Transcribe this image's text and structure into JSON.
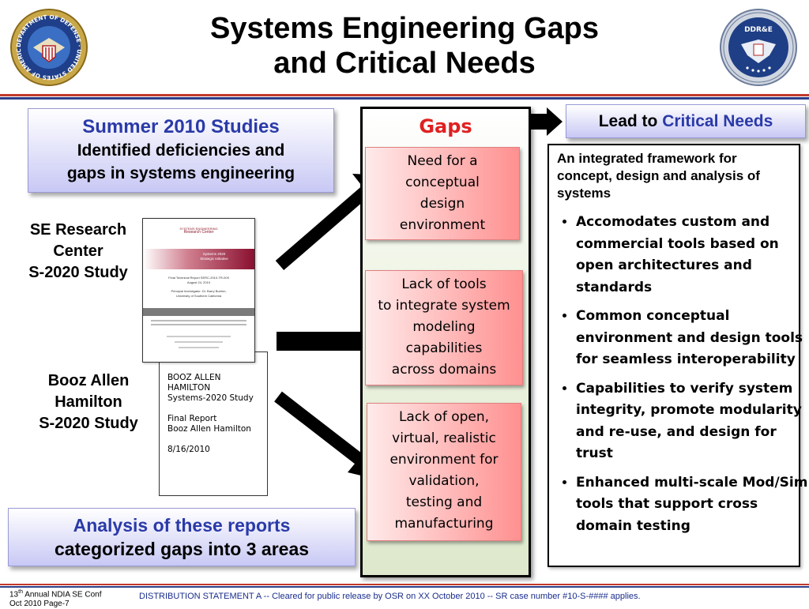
{
  "header": {
    "title_line1": "Systems Engineering Gaps",
    "title_line2": "and Critical Needs",
    "left_seal": {
      "text": "DEPARTMENT OF DEFENSE · UNITED STATES OF AMERICA",
      "icon": "dod-seal-icon"
    },
    "right_seal": {
      "text": "DDR&E",
      "icon": "ddre-seal-icon"
    }
  },
  "summer_box": {
    "line1": "Summer 2010 Studies",
    "line2": "Identified deficiencies and",
    "line3": "gaps in systems engineering"
  },
  "se_research": {
    "line1": "SE Research",
    "line2": "Center",
    "line3": "S-2020 Study"
  },
  "booz": {
    "line1": "Booz Allen",
    "line2": "Hamilton",
    "line3": "S-2020 Study"
  },
  "report1": {
    "line1": "SYSTEMS ENGINEERING",
    "line2": "Research Center",
    "line3": "Systems 2020",
    "line4": "Strategic Initiative",
    "line5": "Final Technical Report  SERC-2010-TR-009",
    "line6": "August 24, 2010",
    "line7": "Principal Investigator: Dr. Barry Boehm,",
    "line8": "University of Southern California"
  },
  "report2": {
    "line1": "BOOZ ALLEN",
    "line2": "HAMILTON",
    "line3": "Systems-2020 Study",
    "line4": "Final Report",
    "line5": "Booz Allen Hamilton",
    "line6": "8/16/2010"
  },
  "analysis_box": {
    "line1": "Analysis of these reports",
    "line2": "categorized gaps into 3 areas"
  },
  "gaps": {
    "title": "Gaps",
    "items": [
      [
        "Need for a",
        "conceptual",
        "design",
        "environment"
      ],
      [
        "Lack of tools",
        "to integrate system",
        "modeling",
        "capabilities",
        "across domains"
      ],
      [
        "Lack of open,",
        "virtual, realistic",
        "environment for",
        "validation,",
        "testing and",
        "manufacturing"
      ]
    ]
  },
  "lead_box": {
    "prefix": "Lead to",
    "highlight": "Critical Needs"
  },
  "needs": {
    "intro": "An integrated framework for concept, design and analysis of systems",
    "bullets": [
      "Accomodates custom and commercial tools based on open architectures and standards",
      "Common conceptual environment and design tools for seamless interoperability",
      "Capabilities to verify system integrity, promote modularity and re-use, and design for trust",
      "Enhanced multi-scale Mod/Sim tools that support cross domain testing"
    ]
  },
  "footer": {
    "conf_num": "13",
    "conf_sup": "th",
    "conf_rest": " Annual NDIA SE Conf",
    "page": "Oct 2010 Page-7",
    "distribution": "DISTRIBUTION STATEMENT A -- Cleared for public release by OSR on XX October 2010 -- SR case number  #10-S-#### applies."
  },
  "colors": {
    "title_blue": "#2a3aa8",
    "gaps_red": "#e02020",
    "rule_red": "#c0392b",
    "rule_blue": "#2c3e8c"
  }
}
